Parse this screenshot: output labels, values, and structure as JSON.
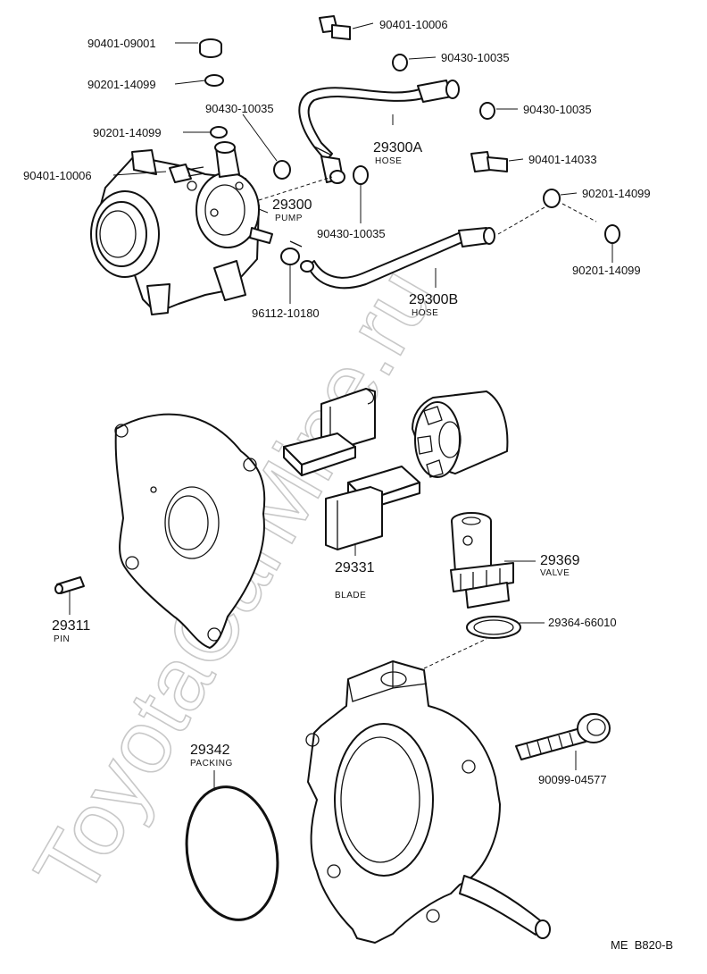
{
  "watermark": "ToyotaCarMine.ru",
  "footer_code": "ME  B820-B",
  "upper_labels": {
    "p90401_10006_top": "90401-10006",
    "p90401_09001": "90401-09001",
    "p90430_10035_top": "90430-10035",
    "p90201_14099_a": "90201-14099",
    "p90430_10035_b": "90430-10035",
    "p90430_10035_right": "90430-10035",
    "p90201_14099_b": "90201-14099",
    "p90401_10006_left": "90401-10006",
    "p90401_14033": "90401-14033",
    "p90201_14099_right1": "90201-14099",
    "p29300a": "29300A",
    "p29300a_name": "HOSE",
    "p29300": "29300",
    "p29300_name": "PUMP",
    "p90430_10035_mid": "90430-10035",
    "p90201_14099_right2": "90201-14099",
    "p96112_10180": "96112-10180",
    "p29300b": "29300B",
    "p29300b_name": "HOSE"
  },
  "lower_labels": {
    "p29331": "29331",
    "p29331_name": "BLADE",
    "p29369": "29369",
    "p29369_name": "VALVE",
    "p29364_66010": "29364-66010",
    "p29311": "29311",
    "p29311_name": "PIN",
    "p29342": "29342",
    "p29342_name": "PACKING",
    "p90099_04577": "90099-04577"
  }
}
